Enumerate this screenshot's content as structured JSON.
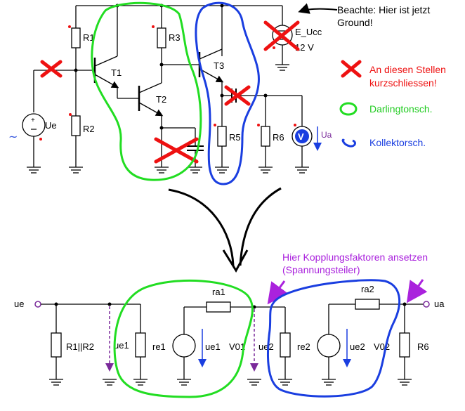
{
  "top_circuit": {
    "labels": {
      "r1": "R1",
      "r2": "R2",
      "r3": "R3",
      "r5": "R5",
      "r6": "R6",
      "t1": "T1",
      "t2": "T2",
      "t3": "T3",
      "ue": "Ue",
      "ucc": "E_Ucc",
      "ucc_value": "12 V",
      "ua": "Ua",
      "meter": "V"
    }
  },
  "annotations": {
    "ground_note_line1": "Beachte: Hier ist jetzt",
    "ground_note_line2": "Ground!",
    "short_note_line1": "An diesen Stellen",
    "short_note_line2": "kurzschliessen!",
    "legend_darlington": "Darlingtonsch.",
    "legend_collector": "Kollektorsch.",
    "coupling_line1": "Hier Kopplungsfaktoren ansetzen",
    "coupling_line2": "(Spannungsteiler)"
  },
  "equivalent_circuit": {
    "labels": {
      "ue": "ue",
      "ua": "ua",
      "r12": "R1||R2",
      "ue1_left": "ue1",
      "re1": "re1",
      "ue1_src": "ue1",
      "v01": "V01",
      "ra1": "ra1",
      "ue2": "ue2",
      "re2": "re2",
      "ue2_src": "ue2",
      "v02": "V02",
      "ra2": "ra2",
      "r6": "R6"
    }
  },
  "colors": {
    "darlington": "#22dd22",
    "collector": "#1a3ee0",
    "short": "#ee1111",
    "coupling": "#aa22dd",
    "arrow_down": "#7a2a9a",
    "source_arrow": "#1a3ee0"
  }
}
